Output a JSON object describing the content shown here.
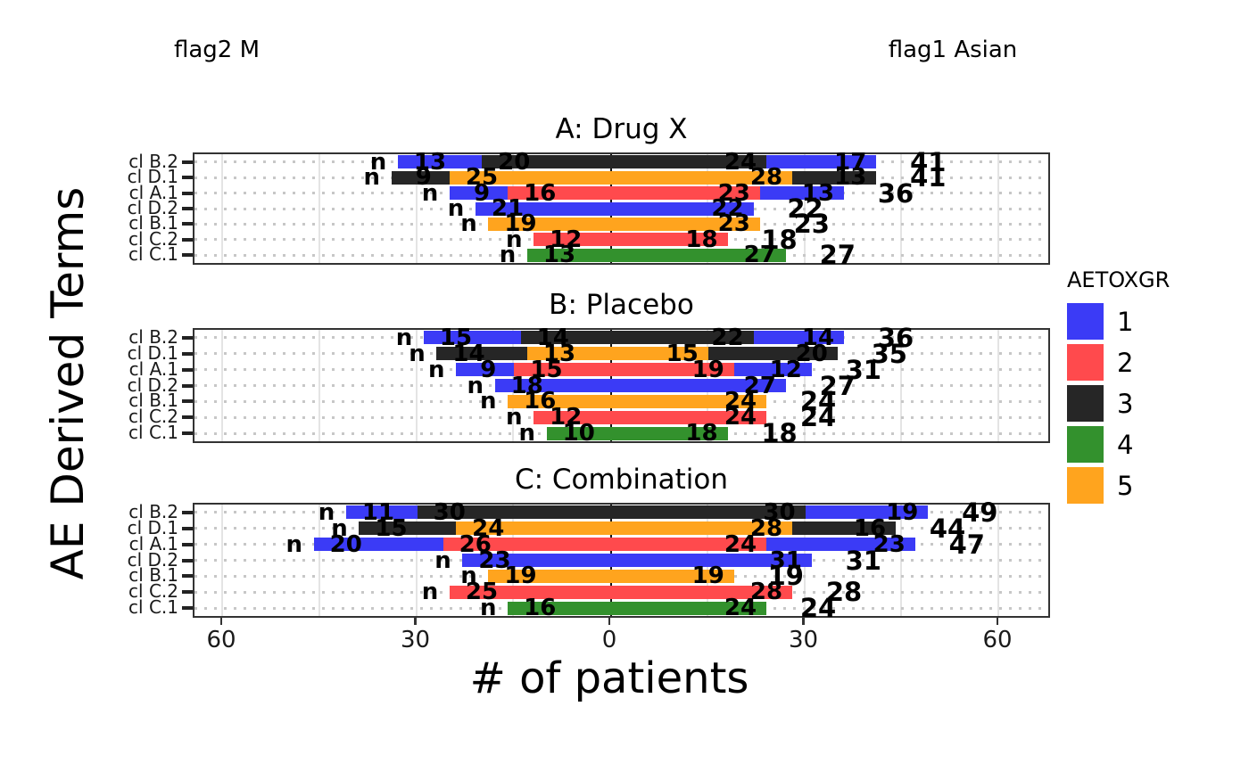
{
  "chart_data": {
    "type": "bar",
    "subtype": "butterfly stacked horizontal bar chart (adverse events by toxicity grade)",
    "title": "",
    "xlabel": "# of patients",
    "ylabel": "AE Derived Terms",
    "left_header": "flag2 M",
    "right_header": "flag1 Asian",
    "n_marker": "n",
    "xlim": [
      -64.4,
      68.3
    ],
    "x_tick_values": [
      -60,
      -30,
      0,
      30,
      60
    ],
    "x_tick_labels": [
      "60",
      "30",
      "0",
      "30",
      "60"
    ],
    "minor_grid_step": 15,
    "grid": "dotted horizontal lines per category, light vertical lines every 15, dark zero line",
    "categories": [
      "cl B.2",
      "cl D.1",
      "cl A.1",
      "cl D.2",
      "cl B.1",
      "cl C.2",
      "cl C.1"
    ],
    "legend": {
      "title": "AETOXGR",
      "position": "right",
      "items": [
        {
          "label": "1",
          "color": "#3B3BF6"
        },
        {
          "label": "2",
          "color": "#FF4A4D"
        },
        {
          "label": "3",
          "color": "#262626"
        },
        {
          "label": "4",
          "color": "#33912D"
        },
        {
          "label": "5",
          "color": "#FFA41E"
        }
      ]
    },
    "panels": [
      {
        "title": "A: Drug X",
        "rows": [
          {
            "term": "cl B.2",
            "left": [
              {
                "grade": "3",
                "value": 20
              },
              {
                "grade": "1",
                "value": 13
              }
            ],
            "right": [
              {
                "grade": "3",
                "value": 24
              },
              {
                "grade": "1",
                "value": 17
              }
            ],
            "right_total": 41
          },
          {
            "term": "cl D.1",
            "left": [
              {
                "grade": "5",
                "value": 25
              },
              {
                "grade": "3",
                "value": 9
              }
            ],
            "right": [
              {
                "grade": "5",
                "value": 28
              },
              {
                "grade": "3",
                "value": 13
              }
            ],
            "right_total": 41
          },
          {
            "term": "cl A.1",
            "left": [
              {
                "grade": "2",
                "value": 16
              },
              {
                "grade": "1",
                "value": 9
              }
            ],
            "right": [
              {
                "grade": "2",
                "value": 23
              },
              {
                "grade": "1",
                "value": 13
              }
            ],
            "right_total": 36
          },
          {
            "term": "cl D.2",
            "left": [
              {
                "grade": "1",
                "value": 21
              }
            ],
            "right": [
              {
                "grade": "1",
                "value": 22
              }
            ],
            "right_total": 22
          },
          {
            "term": "cl B.1",
            "left": [
              {
                "grade": "5",
                "value": 19
              }
            ],
            "right": [
              {
                "grade": "5",
                "value": 23
              }
            ],
            "right_total": 23
          },
          {
            "term": "cl C.2",
            "left": [
              {
                "grade": "2",
                "value": 12
              }
            ],
            "right": [
              {
                "grade": "2",
                "value": 18
              }
            ],
            "right_total": 18
          },
          {
            "term": "cl C.1",
            "left": [
              {
                "grade": "4",
                "value": 13
              }
            ],
            "right": [
              {
                "grade": "4",
                "value": 27
              }
            ],
            "right_total": 27
          }
        ]
      },
      {
        "title": "B: Placebo",
        "rows": [
          {
            "term": "cl B.2",
            "left": [
              {
                "grade": "3",
                "value": 14
              },
              {
                "grade": "1",
                "value": 15
              }
            ],
            "right": [
              {
                "grade": "3",
                "value": 22
              },
              {
                "grade": "1",
                "value": 14
              }
            ],
            "right_total": 36
          },
          {
            "term": "cl D.1",
            "left": [
              {
                "grade": "5",
                "value": 13
              },
              {
                "grade": "3",
                "value": 14
              }
            ],
            "right": [
              {
                "grade": "5",
                "value": 15
              },
              {
                "grade": "3",
                "value": 20
              }
            ],
            "right_total": 35
          },
          {
            "term": "cl A.1",
            "left": [
              {
                "grade": "2",
                "value": 15
              },
              {
                "grade": "1",
                "value": 9
              }
            ],
            "right": [
              {
                "grade": "2",
                "value": 19
              },
              {
                "grade": "1",
                "value": 12
              }
            ],
            "right_total": 31
          },
          {
            "term": "cl D.2",
            "left": [
              {
                "grade": "1",
                "value": 18
              }
            ],
            "right": [
              {
                "grade": "1",
                "value": 27
              }
            ],
            "right_total": 27
          },
          {
            "term": "cl B.1",
            "left": [
              {
                "grade": "5",
                "value": 16
              }
            ],
            "right": [
              {
                "grade": "5",
                "value": 24
              }
            ],
            "right_total": 24
          },
          {
            "term": "cl C.2",
            "left": [
              {
                "grade": "2",
                "value": 12
              }
            ],
            "right": [
              {
                "grade": "2",
                "value": 24
              }
            ],
            "right_total": 24
          },
          {
            "term": "cl C.1",
            "left": [
              {
                "grade": "4",
                "value": 10
              }
            ],
            "right": [
              {
                "grade": "4",
                "value": 18
              }
            ],
            "right_total": 18
          }
        ]
      },
      {
        "title": "C: Combination",
        "rows": [
          {
            "term": "cl B.2",
            "left": [
              {
                "grade": "3",
                "value": 30
              },
              {
                "grade": "1",
                "value": 11
              }
            ],
            "right": [
              {
                "grade": "3",
                "value": 30
              },
              {
                "grade": "1",
                "value": 19
              }
            ],
            "right_total": 49
          },
          {
            "term": "cl D.1",
            "left": [
              {
                "grade": "5",
                "value": 24
              },
              {
                "grade": "3",
                "value": 15
              }
            ],
            "right": [
              {
                "grade": "5",
                "value": 28
              },
              {
                "grade": "3",
                "value": 16
              }
            ],
            "right_total": 44
          },
          {
            "term": "cl A.1",
            "left": [
              {
                "grade": "2",
                "value": 26
              },
              {
                "grade": "1",
                "value": 20
              }
            ],
            "right": [
              {
                "grade": "2",
                "value": 24
              },
              {
                "grade": "1",
                "value": 23
              }
            ],
            "right_total": 47
          },
          {
            "term": "cl D.2",
            "left": [
              {
                "grade": "1",
                "value": 23
              }
            ],
            "right": [
              {
                "grade": "1",
                "value": 31
              }
            ],
            "right_total": 31
          },
          {
            "term": "cl B.1",
            "left": [
              {
                "grade": "5",
                "value": 19
              }
            ],
            "right": [
              {
                "grade": "5",
                "value": 19
              }
            ],
            "right_total": 19
          },
          {
            "term": "cl C.2",
            "left": [
              {
                "grade": "2",
                "value": 25
              }
            ],
            "right": [
              {
                "grade": "2",
                "value": 28
              }
            ],
            "right_total": 28
          },
          {
            "term": "cl C.1",
            "left": [
              {
                "grade": "4",
                "value": 16
              }
            ],
            "right": [
              {
                "grade": "4",
                "value": 24
              }
            ],
            "right_total": 24
          }
        ]
      }
    ]
  }
}
